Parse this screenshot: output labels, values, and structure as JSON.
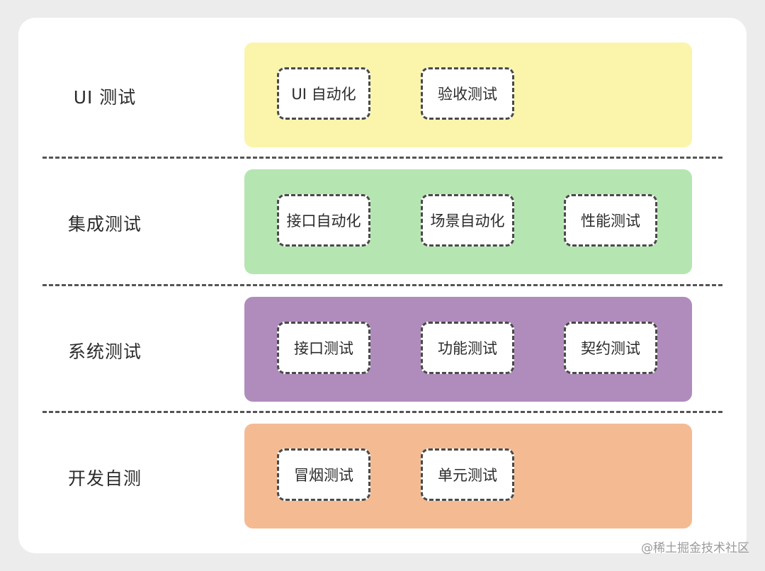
{
  "layers": [
    {
      "label": "UI 测试",
      "items": [
        "UI 自动化",
        "验收测试"
      ]
    },
    {
      "label": "集成测试",
      "items": [
        "接口自动化",
        "场景自动化",
        "性能测试"
      ]
    },
    {
      "label": "系统测试",
      "items": [
        "接口测试",
        "功能测试",
        "契约测试"
      ]
    },
    {
      "label": "开发自测",
      "items": [
        "冒烟测试",
        "单元测试"
      ]
    }
  ],
  "colors": {
    "ui_band": "#faf5aa",
    "integration_band": "#b5e6b1",
    "system_band": "#b08cbc",
    "dev_band": "#f4bb93",
    "card_background": "#ffffff",
    "page_background": "#ececec"
  },
  "watermark": "@稀土掘金技术社区"
}
